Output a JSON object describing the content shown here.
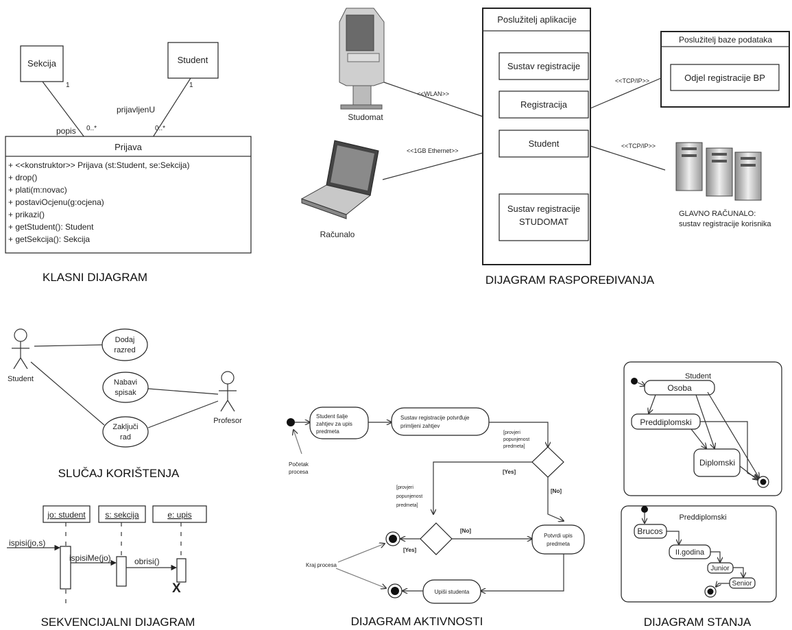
{
  "captions": {
    "class": "KLASNI DIJAGRAM",
    "deployment": "DIJAGRAM RASPOREĐIVANJA",
    "usecase": "SLUČAJ KORIŠTENJA",
    "sequence": "SEKVENCIJALNI DIJAGRAM",
    "activity": "DIJAGRAM AKTIVNOSTI",
    "state": "DIJAGRAM STANJA"
  },
  "class_diagram": {
    "sekcija": "Sekcija",
    "student": "Student",
    "mult_sekcija": "1",
    "mult_student": "1",
    "role_popis": "popis",
    "mult_popis": "0..*",
    "role_prijavljen": "prijavljenU",
    "mult_prijavljen": "0..*",
    "prijava_title": "Prijava",
    "methods": [
      "+ <<konstruktor>> Prijava (st:Student, se:Sekcija)",
      "+ drop()",
      "+ plati(m:novac)",
      "+ postaviOcjenu(g:ocjena)",
      "+ prikazi()",
      "+ getStudent(): Student",
      "+ getSekcija():  Sekcija"
    ]
  },
  "deployment": {
    "app_server": "Poslužitelj aplikacije",
    "components": [
      "Sustav registracije",
      "Registracija",
      "Student"
    ],
    "studomat_component": [
      "Sustav registracije",
      "STUDOMAT"
    ],
    "db_server": "Poslužitelj baze podataka",
    "db_component": "Odjel registracije BP",
    "kiosk_label": "Studomat",
    "laptop_label": "Računalo",
    "wlan": "<<WLAN>>",
    "ethernet": "<<1GB Ethernet>>",
    "tcp1": "<<TCP/IP>>",
    "tcp2": "<<TCP/IP>>",
    "mainframe_title": "GLAVNO RAČUNALO:",
    "mainframe_sub": "sustav registracije korisnika"
  },
  "usecase": {
    "actor_student": "Student",
    "actor_profesor": "Profesor",
    "uc1": [
      "Dodaj",
      "razred"
    ],
    "uc2": [
      "Nabavi",
      "spisak"
    ],
    "uc3": [
      "Zaključi",
      "rad"
    ]
  },
  "sequence": {
    "obj1": "jo: student",
    "obj2": "s: sekcija",
    "obj3": "e: upis",
    "msg1": "ispisi(jo,s)",
    "msg2": "ispisiMe(jo)",
    "msg3": "obrisi()",
    "destroy": "X"
  },
  "activity": {
    "act1": [
      "Student šalje",
      "zahtjev za upis",
      "predmeta"
    ],
    "act2": [
      "Sustav registracije potvrđuje",
      "primljeni zahtjev"
    ],
    "guard1": [
      "[provjeri",
      "popunjenost",
      "predmeta]"
    ],
    "guard2": [
      "[provjeri",
      "popunjenost",
      "predmeta]"
    ],
    "yes1": "[Yes]",
    "no1": "[No]",
    "no2": "[No]",
    "yes2": "[Yes]",
    "confirm": [
      "Potvrdi upis",
      "predmeta"
    ],
    "enroll": "Upiši studenta",
    "start": [
      "Početak",
      "procesa"
    ],
    "end": "Kraj procesa"
  },
  "state": {
    "student_title": "Student",
    "osoba": "Osoba",
    "preddiplomski": "Preddiplomski",
    "diplomski": "Diplomski",
    "sub_title": "Preddiplomski",
    "brucos": "Brucos",
    "ii_godina": "II.godina",
    "junior": "Junior",
    "senior": "Senior"
  }
}
